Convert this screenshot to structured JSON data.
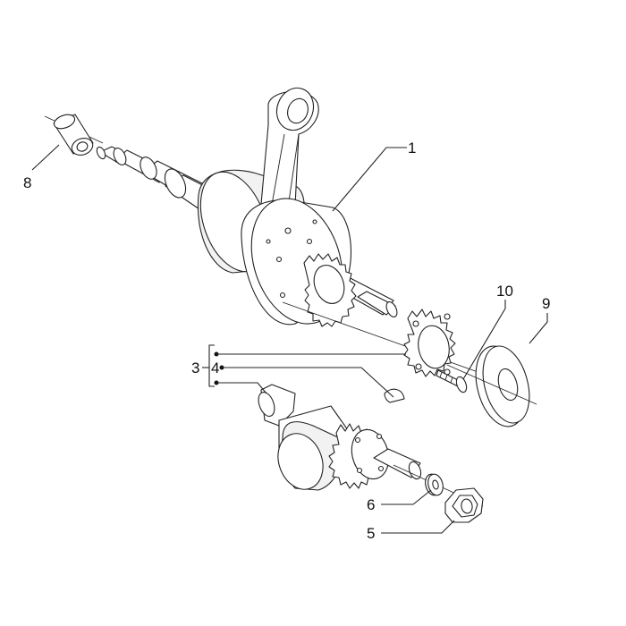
{
  "diagram": {
    "callouts": {
      "c1": "1",
      "c3": "3",
      "c4": "4",
      "c5": "5",
      "c6": "6",
      "c8": "8",
      "c9": "9",
      "c10": "10"
    },
    "line_color": "#222222",
    "background": "#ffffff"
  }
}
